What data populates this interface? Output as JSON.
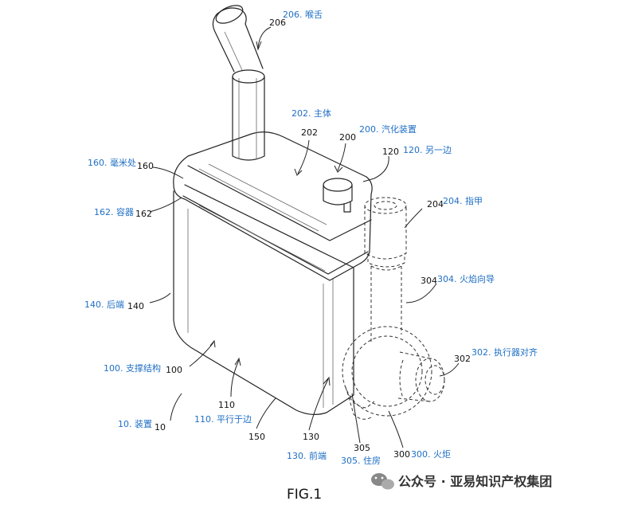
{
  "figure_label": "FIG.1",
  "watermark": {
    "text": "公众号 · 亚易知识产权集团",
    "icon": "wechat-icon"
  },
  "callouts": {
    "c206": {
      "num": "206",
      "label": "206. 喉舌"
    },
    "c202": {
      "num": "202",
      "label": "202. 主体"
    },
    "c200": {
      "num": "200",
      "label": "200. 汽化装置"
    },
    "c120": {
      "num": "120",
      "label": "120. 另一边"
    },
    "c160": {
      "num": "160",
      "label": "160. 毫米处"
    },
    "c204": {
      "num": "204",
      "label": "204. 指甲"
    },
    "c162": {
      "num": "162",
      "label": "162. 容器"
    },
    "c304": {
      "num": "304",
      "label": "304. 火焰向导"
    },
    "c140": {
      "num": "140",
      "label": "140. 后端"
    },
    "c302": {
      "num": "302",
      "label": "302. 执行器对齐"
    },
    "c100": {
      "num": "100",
      "label": "100. 支撑结构"
    },
    "c110": {
      "num": "110",
      "label": "110. 平行于边"
    },
    "c10": {
      "num": "10",
      "label": "10. 装置"
    },
    "c150": {
      "num": "150"
    },
    "c130": {
      "num": "130",
      "label": "130. 前端"
    },
    "c305": {
      "num": "305",
      "label": "305. 住房"
    },
    "c300": {
      "num": "300",
      "label": "300. 火炬"
    }
  }
}
